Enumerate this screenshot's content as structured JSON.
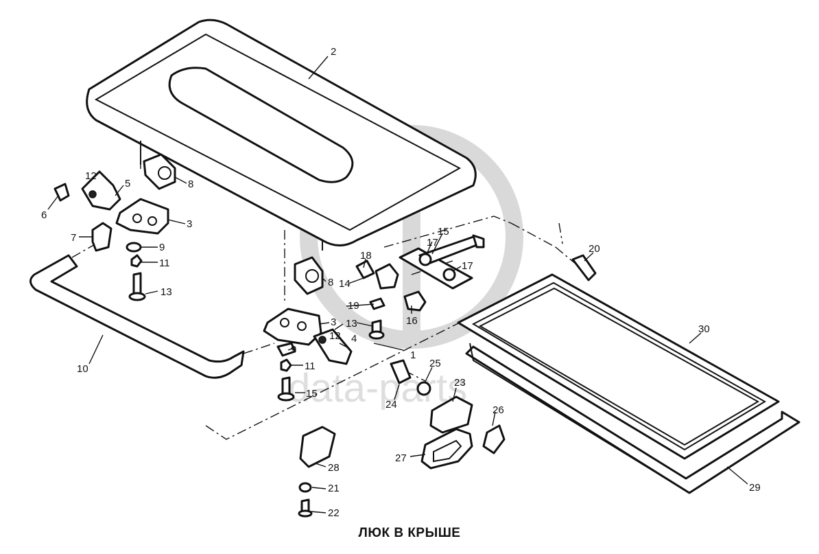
{
  "caption": "ЛЮК В КРЫШЕ",
  "watermark": "data-parts",
  "callouts": {
    "c1": "1",
    "c2": "2",
    "c3a": "3",
    "c3b": "3",
    "c4": "4",
    "c5": "5",
    "c6": "6",
    "c7": "7",
    "c8a": "8",
    "c8b": "8",
    "c9a": "9",
    "c9b": "9",
    "c10": "10",
    "c11a": "11",
    "c11b": "11",
    "c12a": "12",
    "c12b": "12",
    "c13a": "13",
    "c13b": "13",
    "c14": "14",
    "c15a": "15",
    "c15b": "15",
    "c16": "16",
    "c17a": "17",
    "c17b": "17",
    "c18": "18",
    "c19": "19",
    "c20": "20",
    "c21": "21",
    "c22": "22",
    "c23": "23",
    "c24": "24",
    "c25": "25",
    "c26": "26",
    "c27": "27",
    "c28": "28",
    "c29": "29",
    "c30": "30"
  }
}
